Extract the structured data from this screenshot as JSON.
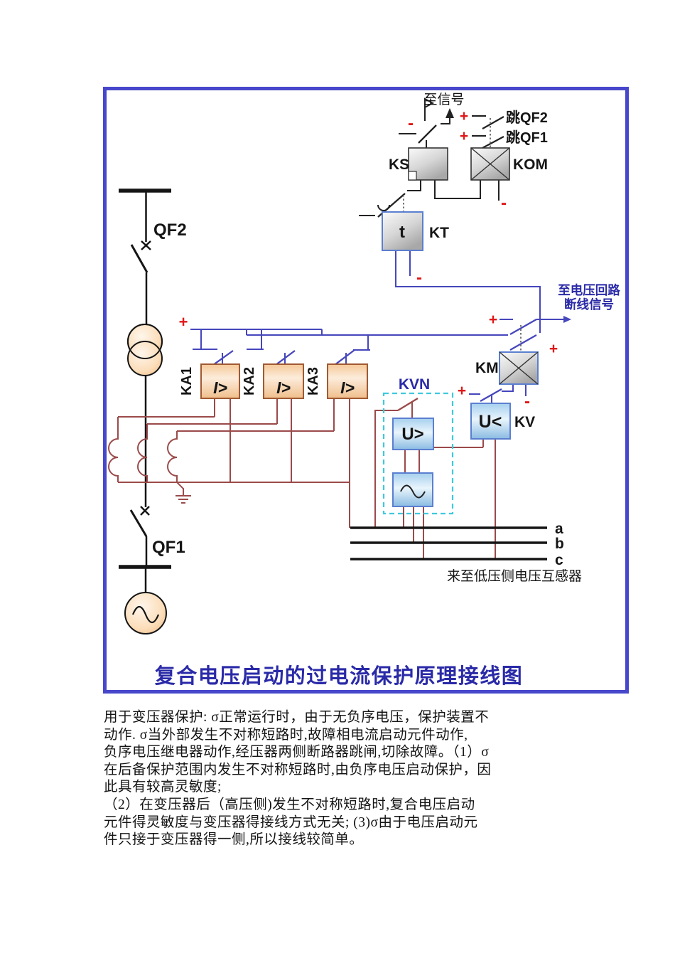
{
  "diagram": {
    "title": "复合电压启动的过电流保护原理接线图",
    "labels": {
      "qf2": "QF2",
      "qf1": "QF1",
      "ks": "KS",
      "kom": "KOM",
      "kt": "KT",
      "km": "KM",
      "kv": "KV",
      "kvn": "KVN",
      "ka1": "KA1",
      "ka2": "KA2",
      "ka3": "KA3",
      "timer": "t",
      "overcurrent": "I>",
      "undervoltage": "U<",
      "overvoltage": "U>",
      "to_signal": "至信号",
      "trip_qf2": "跳QF2",
      "trip_qf1": "跳QF1",
      "to_voltage_loop_line1": "至电压回路",
      "to_voltage_loop_line2": "断线信号",
      "from_lv_pt": "来至低压侧电压互感器",
      "phase_a": "a",
      "phase_b": "b",
      "phase_c": "c",
      "plus": "+",
      "minus": "-"
    },
    "colors": {
      "frame_border": "#4747cb",
      "title_blue": "#2a2aa8",
      "wire_blue": "#4646bd",
      "wire_dark_red": "#9b4a4a",
      "polarity_red": "#e01818",
      "line_black": "#151515",
      "kvn_dash_cyan": "#3ec9dd",
      "peach_box_border": "#a05a32",
      "blue_box_border": "#5b7fd0"
    }
  },
  "paragraph": {
    "lines": [
      "用于变压器保护: σ正常运行时，由于无负序电压，保护装置不",
      "动作. σ当外部发生不对称短路时,故障相电流启动元件动作,",
      "负序电压继电器动作,经压器两侧断路器跳闸,切除故障。（1）σ",
      "在后备保护范围内发生不对称短路时,由负序电压启动保护，因",
      "此具有较高灵敏度;",
      "（2）在变压器后（高压侧)发生不对称短路时,复合电压启动",
      "元件得灵敏度与变压器得接线方式无关; (3)σ由于电压启动元",
      "件只接于变压器得一侧,所以接线较简单。"
    ]
  }
}
